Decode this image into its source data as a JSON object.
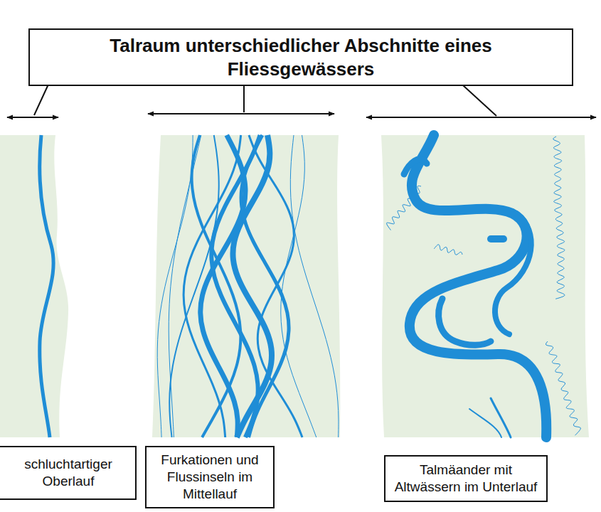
{
  "diagram": {
    "nodes": [
      {
        "text": [
          "Talraum unterschiedlicher Abschnitte eines Fliessgewässers"
        ]
      },
      {
        "text": [
          "schluchtartiger Oberlauf"
        ]
      },
      {
        "text": [
          "Furkationen und Flussinseln im Mittellauf"
        ]
      },
      {
        "text": [
          "Talmäander mit Altwässern im Unterlauf"
        ]
      }
    ]
  }
}
